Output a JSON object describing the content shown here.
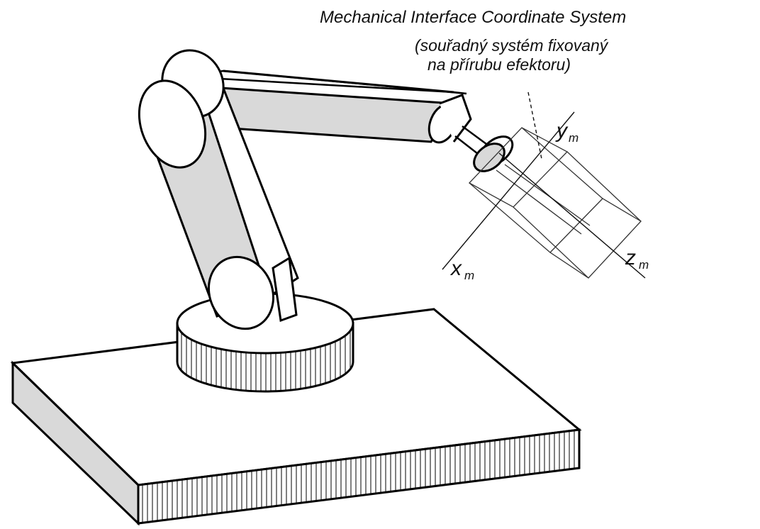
{
  "caption": {
    "line1": "Mechanical Interface Coordinate System",
    "line2": "(souřadný systém fixovaný",
    "line3": "na přírubu efektoru)"
  },
  "axes": {
    "x": {
      "letter": "x",
      "subscript": "m"
    },
    "y": {
      "letter": "y",
      "subscript": "m"
    },
    "z": {
      "letter": "z",
      "subscript": "m"
    }
  },
  "colors": {
    "stroke": "#000000",
    "fill_shade": "#d9d9d9",
    "fill_light": "#ffffff",
    "frame_line": "#333333"
  }
}
